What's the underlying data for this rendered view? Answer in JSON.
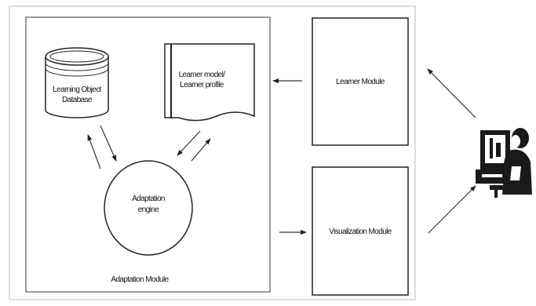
{
  "diagram": {
    "db": {
      "line1": "Learning Object",
      "line2": "Database"
    },
    "learner_model": {
      "line1": "Learner model/",
      "line2": "Learner profile"
    },
    "engine": {
      "line1": "Adaptation",
      "line2": "engine"
    },
    "adaptation_module": {
      "label": "Adaptation Module"
    },
    "learner_module": {
      "label": "Learner Module"
    },
    "visualization_module": {
      "label": "Visualization Module"
    },
    "user": {
      "icon": "user-at-computer-icon"
    }
  },
  "colors": {
    "stroke": "#222222",
    "background": "#ffffff",
    "arrow": "#555555"
  }
}
